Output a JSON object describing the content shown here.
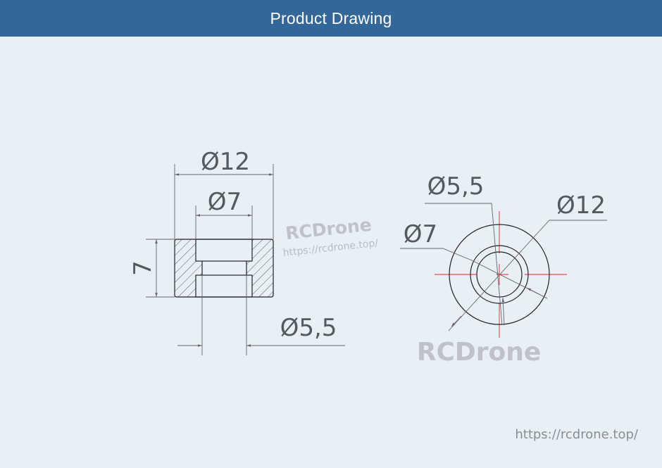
{
  "header": {
    "title": "Product Drawing",
    "background": "#336699"
  },
  "section_view": {
    "dimensions": {
      "outer_diameter": "Ø12",
      "counterbore_diameter": "Ø7",
      "height": "7",
      "bore_diameter": "Ø5,5"
    }
  },
  "front_view": {
    "dimensions": {
      "bore_diameter": "Ø5,5",
      "outer_diameter": "Ø12",
      "counterbore_diameter": "Ø7"
    },
    "centerline_color": "#e0262b"
  },
  "watermarks": {
    "center_brand": "RCDrone",
    "center_url": "https://rcdrone.top/",
    "lower_brand": "RCDrone"
  },
  "footer": {
    "url": "https://rcdrone.top/"
  }
}
